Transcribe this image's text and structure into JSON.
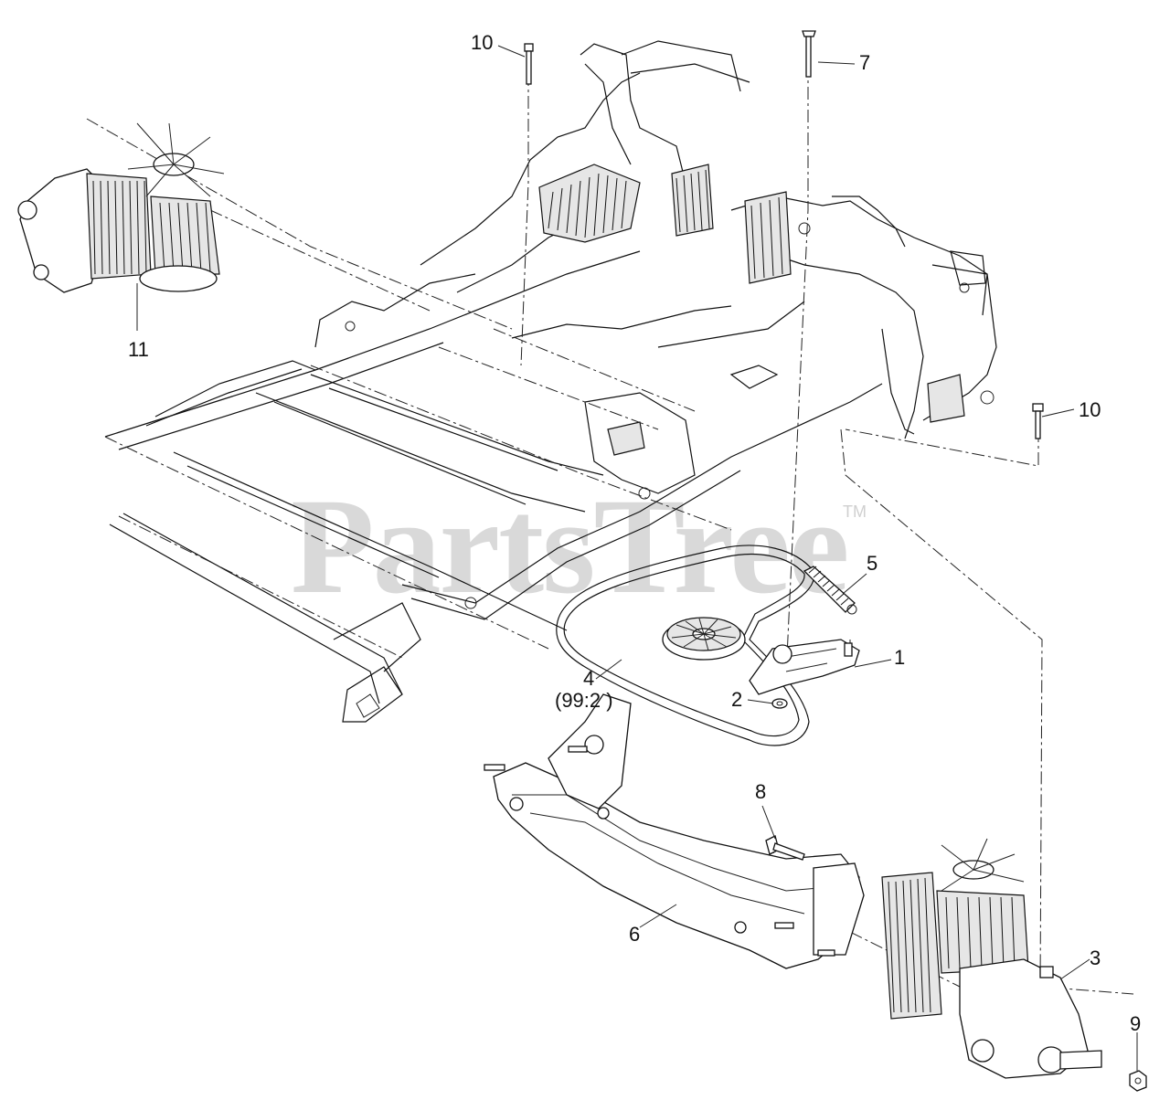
{
  "watermark": {
    "text": "PartsTree",
    "trademark": "TM"
  },
  "callouts": [
    {
      "id": "c10a",
      "text": "10"
    },
    {
      "id": "c7",
      "text": "7"
    },
    {
      "id": "c11",
      "text": "11"
    },
    {
      "id": "c10b",
      "text": "10"
    },
    {
      "id": "c5",
      "text": "5"
    },
    {
      "id": "c1",
      "text": "1"
    },
    {
      "id": "c4",
      "text": "4"
    },
    {
      "id": "c4sub",
      "text": "(99:2 )"
    },
    {
      "id": "c2",
      "text": "2"
    },
    {
      "id": "c8",
      "text": "8"
    },
    {
      "id": "c6",
      "text": "6"
    },
    {
      "id": "c3",
      "text": "3"
    },
    {
      "id": "c9",
      "text": "9"
    }
  ]
}
